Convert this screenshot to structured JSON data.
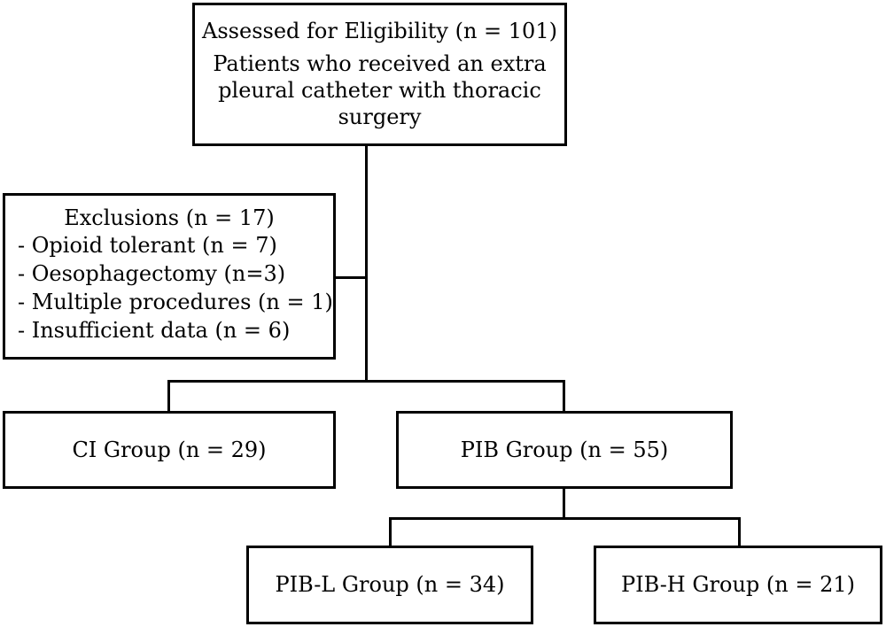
{
  "flowchart": {
    "assessed": {
      "title": "Assessed for Eligibility (n = 101)",
      "description": "Patients who received an extra pleural catheter with thoracic surgery"
    },
    "exclusions": {
      "title": "Exclusions (n = 17)",
      "items": [
        "- Opioid tolerant (n = 7)",
        "- Oesophagectomy (n=3)",
        "- Multiple procedures (n = 1)",
        "- Insufficient data (n = 6)"
      ]
    },
    "ci_group": {
      "label": "CI Group (n = 29)"
    },
    "pib_group": {
      "label": "PIB Group (n = 55)"
    },
    "pib_l_group": {
      "label": "PIB-L Group (n = 34)"
    },
    "pib_h_group": {
      "label": "PIB-H Group (n = 21)"
    }
  }
}
